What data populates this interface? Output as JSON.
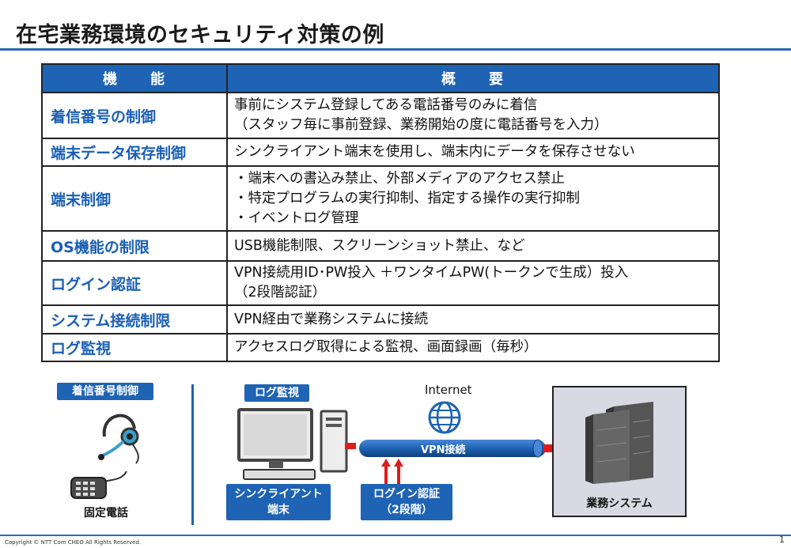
{
  "slide": {
    "title": "在宅業務環境のセキュリティ対策の例",
    "copyright": "Copyright © NTT Com CHEO All Rights Reserved.",
    "page_number": "1"
  },
  "table": {
    "headers": [
      "機　　能",
      "概　　要"
    ],
    "rows": [
      {
        "feature": "着信番号の制御",
        "lines": [
          "事前にシステム登録してある電話番号のみに着信",
          "（スタッフ毎に事前登録、業務開始の度に電話番号を入力）"
        ]
      },
      {
        "feature": "端末データ保存制御",
        "lines": [
          "シンクライアント端末を使用し、端末内にデータを保存させない"
        ]
      },
      {
        "feature": "端末制御",
        "lines": [
          "・端末への書込み禁止、外部メディアのアクセス禁止",
          "・特定プログラムの実行抑制、指定する操作の実行抑制",
          "・イベントログ管理"
        ]
      },
      {
        "feature": "OS機能の制限",
        "lines": [
          "USB機能制限、スクリーンショット禁止、など"
        ]
      },
      {
        "feature": "ログイン認証",
        "lines": [
          "VPN接続用ID･PW投入 ＋ワンタイムPW(トークンで生成）投入",
          "（2段階認証）"
        ]
      },
      {
        "feature": "システム接続制限",
        "lines": [
          "VPN経由で業務システムに接続"
        ]
      },
      {
        "feature": "ログ監視",
        "lines": [
          "アクセスログ取得による監視、画面録画（毎秒）"
        ]
      }
    ]
  },
  "diagram": {
    "caller_id_label": "着信番号制御",
    "landline_label": "固定電話",
    "log_monitor_label": "ログ監視",
    "thin_client_label_1": "シンクライアント",
    "thin_client_label_2": "端末",
    "internet_label": "Internet",
    "vpn_label": "VPN接続",
    "login_auth_label_1": "ログイン認証",
    "login_auth_label_2": "（2段階）",
    "business_system_label": "業務システム",
    "colors": {
      "accent": "#1e63b4",
      "arrow": "#e21b1b"
    }
  }
}
